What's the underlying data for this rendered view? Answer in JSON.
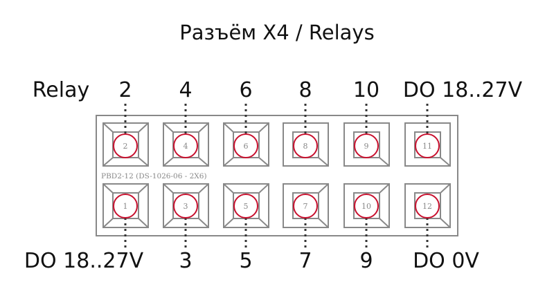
{
  "title": "Разъём X4 / Relays",
  "connector_caption": "PBD2-12 (DS-1026-06 - 2X6)",
  "colors": {
    "frame": "#888888",
    "circle": "#c8102e",
    "pin_text": "#888888",
    "label": "#111111",
    "dash": "#333333"
  },
  "top_row": {
    "row_label": "Relay",
    "labels": [
      "2",
      "4",
      "6",
      "8",
      "10",
      "DO 18..27V"
    ],
    "pins": [
      "2",
      "4",
      "6",
      "8",
      "9",
      "11"
    ]
  },
  "bottom_row": {
    "labels": [
      "DO 18..27V",
      "3",
      "5",
      "7",
      "9",
      "DO 0V"
    ],
    "pins": [
      "1",
      "3",
      "5",
      "7",
      "10",
      "12"
    ]
  }
}
